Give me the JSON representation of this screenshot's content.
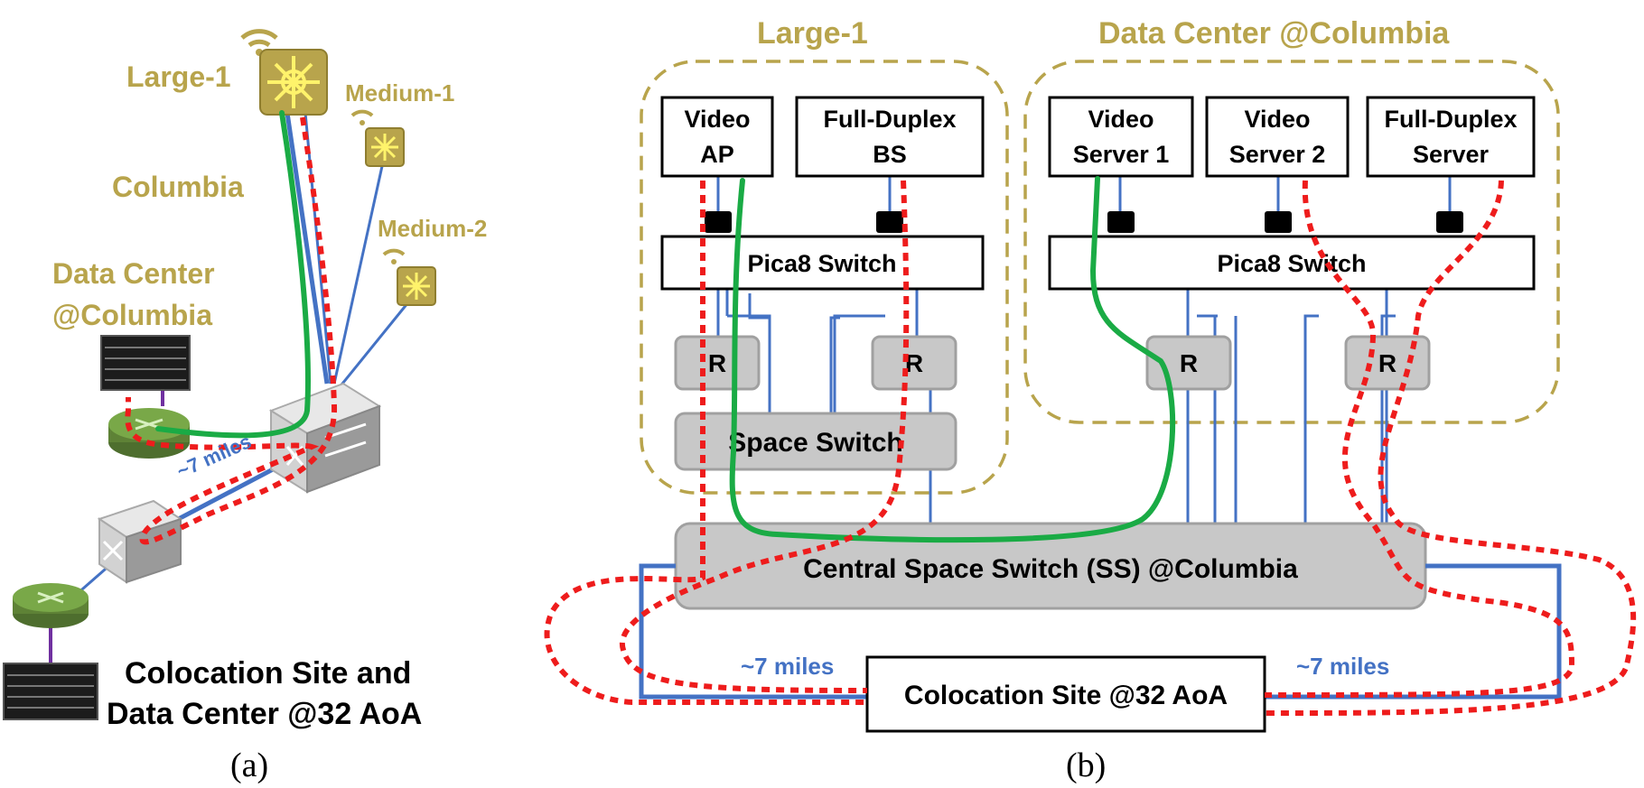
{
  "panel_a": {
    "large_label": "Large-1",
    "medium1_label": "Medium-1",
    "medium2_label": "Medium-2",
    "columbia_label": "Columbia",
    "dc_label_line1": "Data Center",
    "dc_label_line2": "@Columbia",
    "miles_label": "~7 miles",
    "colo_line1": "Colocation Site and",
    "colo_line2": "Data Center @32 AoA",
    "caption": "(a)"
  },
  "panel_b": {
    "large_group_title": "Large-1",
    "dc_group_title": "Data Center @Columbia",
    "video_ap_line1": "Video",
    "video_ap_line2": "AP",
    "fd_bs_line1": "Full-Duplex",
    "fd_bs_line2": "BS",
    "vs1_line1": "Video",
    "vs1_line2": "Server  1",
    "vs2_line1": "Video",
    "vs2_line2": "Server  2",
    "fds_line1": "Full-Duplex",
    "fds_line2": "Server",
    "pica8_label": "Pica8 Switch",
    "router_label": "R",
    "space_switch_label": "Space Switch",
    "central_ss_label": "Central Space Switch (SS) @Columbia",
    "colo_label": "Colocation Site @32 AoA",
    "miles_left": "~7 miles",
    "miles_right": "~7 miles",
    "caption": "(b)"
  },
  "colors": {
    "olive": "#b8a44c",
    "link_blue": "#4472c4",
    "path_green": "#1aab45",
    "path_red": "#ee1c1c",
    "box_gray": "#c8c8c8"
  }
}
